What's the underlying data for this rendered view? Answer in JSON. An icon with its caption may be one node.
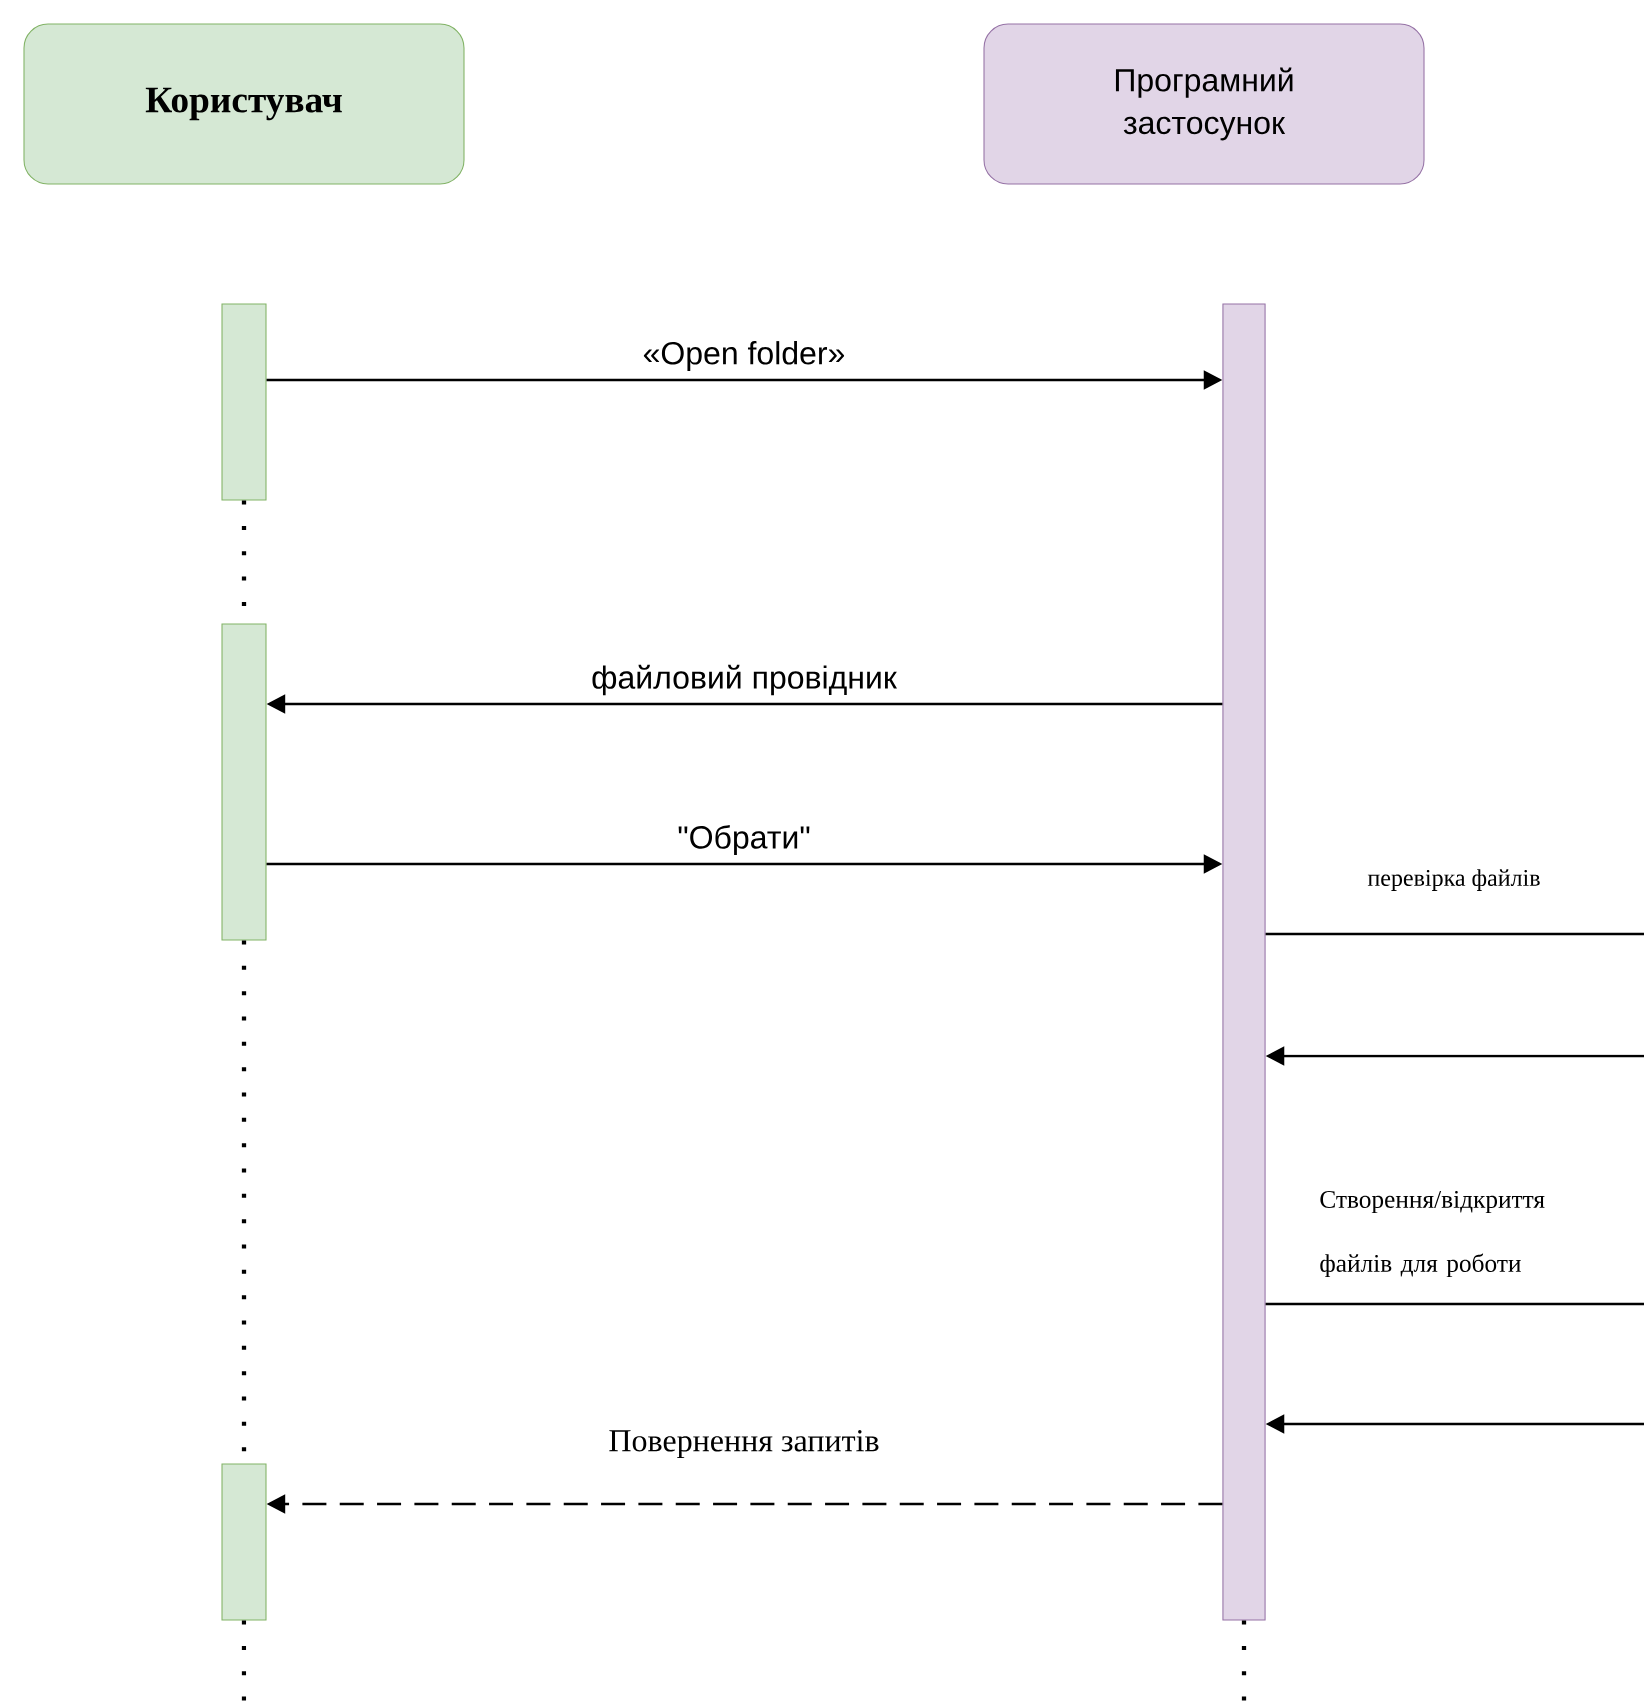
{
  "diagram": {
    "nodes": [
      {
        "text": [
          "Користувач"
        ]
      },
      {
        "text": [
          "Програмний застосунок"
        ]
      },
      {
        "text": [],
        "shape": "bar"
      },
      {
        "text": [],
        "shape": "bar"
      },
      {
        "text": [],
        "shape": "bar"
      },
      {
        "text": [],
        "shape": "bar"
      }
    ],
    "edges": [
      {
        "from": 2,
        "to": 5,
        "arrow": "to",
        "label": "«Open folder»"
      },
      {
        "from": 5,
        "to": 3,
        "arrow": "to",
        "label": "файловий провідник"
      },
      {
        "from": 3,
        "to": 5,
        "arrow": "to",
        "label": "\"Обрати\""
      },
      {
        "from": 5,
        "to": null,
        "arrow": "none",
        "label": "перевірка файлів"
      },
      {
        "from": null,
        "to": 5,
        "arrow": "to"
      },
      {
        "from": 5,
        "to": null,
        "arrow": "none",
        "label": "Створення/відкриття файлів для роботи"
      },
      {
        "from": null,
        "to": 5,
        "arrow": "to"
      },
      {
        "from": 5,
        "to": 4,
        "arrow": "to",
        "style": "dashed",
        "label": "Повернення запитів"
      },
      {
        "from": 2,
        "to": 3,
        "arrow": "none",
        "style": "dashed"
      },
      {
        "from": 3,
        "to": 4,
        "arrow": "none",
        "style": "dashed"
      },
      {
        "from": 4,
        "to": null,
        "arrow": "none",
        "style": "dashed"
      },
      {
        "from": 5,
        "to": null,
        "arrow": "none",
        "style": "dashed"
      }
    ]
  }
}
